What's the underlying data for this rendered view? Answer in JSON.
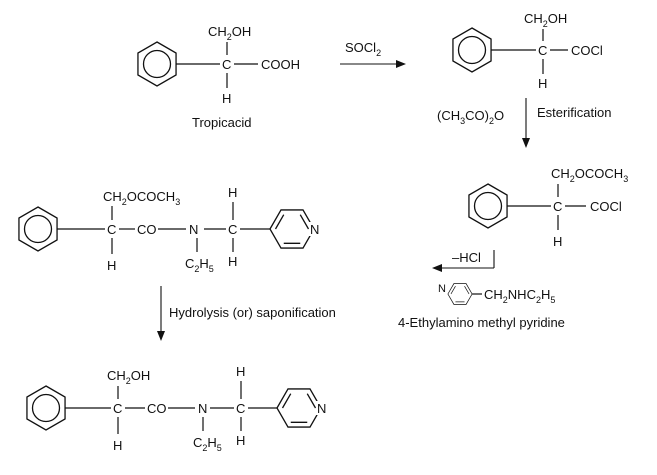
{
  "text": {
    "ch2oh": "CH",
    "oh": "OH",
    "sub2": "2",
    "c": "C",
    "h": "H",
    "cooh": "COOH",
    "cocl": "COCl",
    "ococh3_pre": "OCOCH",
    "sub3": "3",
    "co": "CO",
    "n": "N",
    "c2": "C",
    "h5": "H",
    "sub5": "5",
    "ring_n": "N"
  },
  "labels": {
    "tropic_acid": "Tropicacid",
    "socl2_main": "SOCl",
    "socl2_sub": "2",
    "acetic_anhydride_pre": "(CH",
    "acetic_anhydride_mid": "CO)",
    "acetic_anhydride_post": "O",
    "esterification": "Esterification",
    "minus_hcl": "–HCl",
    "reagent_amine_pre": "CH",
    "reagent_amine_mid": "NHC",
    "reagent_amine_h": "H",
    "reagent_name": "4-Ethylamino methyl pyridine",
    "hydrolysis": "Hydrolysis (or) saponification"
  }
}
